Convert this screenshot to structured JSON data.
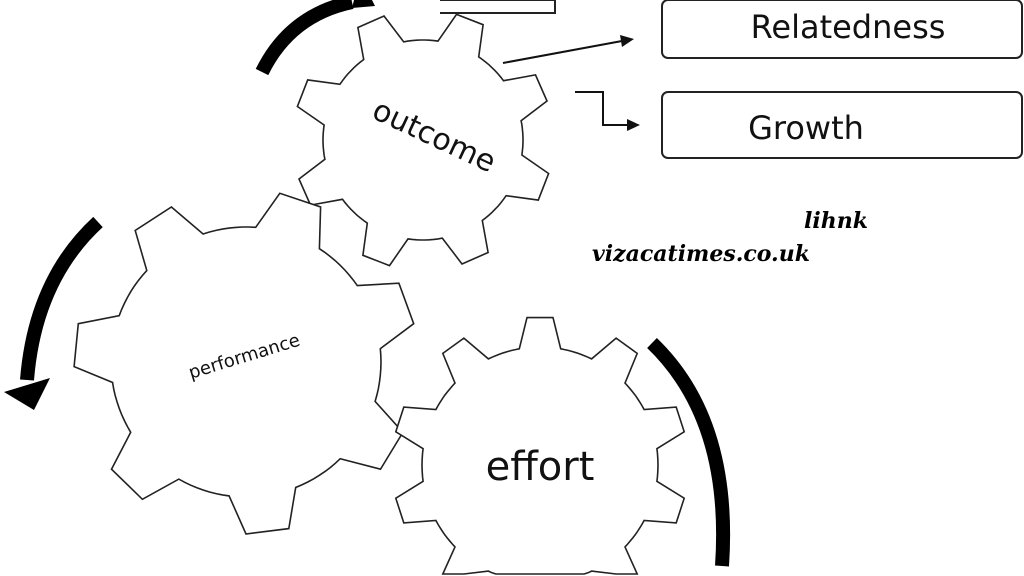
{
  "gears": {
    "outcome": {
      "label": "outcome",
      "teeth": 8
    },
    "performance": {
      "label": "performance",
      "teeth": 7
    },
    "effort": {
      "label": "effort",
      "teeth": 10
    }
  },
  "boxes": {
    "relatedness": "Relatedness",
    "growth": "Growth"
  },
  "watermark": {
    "line1": "lihnk",
    "line2": "vizacatimes.co.uk"
  },
  "colors": {
    "stroke": "#222222",
    "arrow": "#000000",
    "background": "#ffffff"
  }
}
